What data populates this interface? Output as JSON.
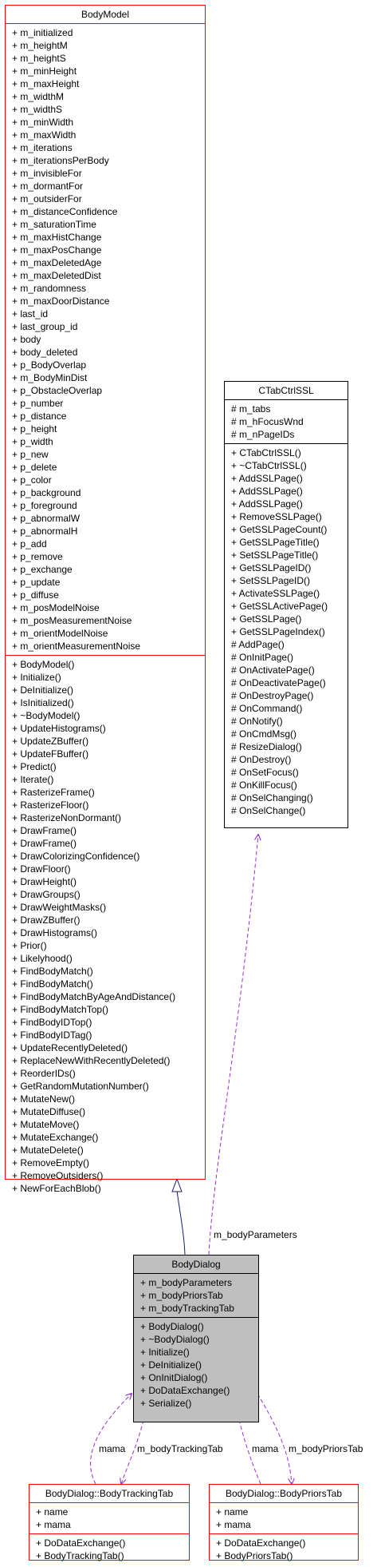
{
  "classes": {
    "body_model": {
      "name": "BodyModel",
      "attributes": [
        "+ m_initialized",
        "+ m_heightM",
        "+ m_heightS",
        "+ m_minHeight",
        "+ m_maxHeight",
        "+ m_widthM",
        "+ m_widthS",
        "+ m_minWidth",
        "+ m_maxWidth",
        "+ m_iterations",
        "+ m_iterationsPerBody",
        "+ m_invisibleFor",
        "+ m_dormantFor",
        "+ m_outsiderFor",
        "+ m_distanceConfidence",
        "+ m_saturationTime",
        "+ m_maxHistChange",
        "+ m_maxPosChange",
        "+ m_maxDeletedAge",
        "+ m_maxDeletedDist",
        "+ m_randomness",
        "+ m_maxDoorDistance",
        "+ last_id",
        "+ last_group_id",
        "+ body",
        "+ body_deleted",
        "+ p_BodyOverlap",
        "+ m_BodyMinDist",
        "+ p_ObstacleOverlap",
        "+ p_number",
        "+ p_distance",
        "+ p_height",
        "+ p_width",
        "+ p_new",
        "+ p_delete",
        "+ p_color",
        "+ p_background",
        "+ p_foreground",
        "+ p_abnormalW",
        "+ p_abnormalH",
        "+ p_add",
        "+ p_remove",
        "+ p_exchange",
        "+ p_update",
        "+ p_diffuse",
        "+ m_posModelNoise",
        "+ m_posMeasurementNoise",
        "+ m_orientModelNoise",
        "+ m_orientMeasurementNoise"
      ],
      "operations": [
        "+ BodyModel()",
        "+ Initialize()",
        "+ DeInitialize()",
        "+ IsInitialized()",
        "+ ~BodyModel()",
        "+ UpdateHistograms()",
        "+ UpdateZBuffer()",
        "+ UpdateFBuffer()",
        "+ Predict()",
        "+ Iterate()",
        "+ RasterizeFrame()",
        "+ RasterizeFloor()",
        "+ RasterizeNonDormant()",
        "+ DrawFrame()",
        "+ DrawFrame()",
        "+ DrawColorizingConfidence()",
        "+ DrawFloor()",
        "+ DrawHeight()",
        "+ DrawGroups()",
        "+ DrawWeightMasks()",
        "+ DrawZBuffer()",
        "+ DrawHistograms()",
        "+ Prior()",
        "+ Likelyhood()",
        "+ FindBodyMatch()",
        "+ FindBodyMatch()",
        "+ FindBodyMatchByAgeAndDistance()",
        "+ FindBodyMatchTop()",
        "+ FindBodyIDTop()",
        "+ FindBodyIDTag()",
        "+ UpdateRecentlyDeleted()",
        "+ ReplaceNewWithRecentlyDeleted()",
        "+ ReorderIDs()",
        "+ GetRandomMutationNumber()",
        "+ MutateNew()",
        "+ MutateDiffuse()",
        "+ MutateMove()",
        "+ MutateExchange()",
        "+ MutateDelete()",
        "+ RemoveEmpty()",
        "+ RemoveOutsiders()",
        "+ NewForEachBlob()"
      ]
    },
    "ctabctrlssl": {
      "name": "CTabCtrlSSL",
      "attributes": [
        "# m_tabs",
        "# m_hFocusWnd",
        "# m_nPageIDs"
      ],
      "operations": [
        "+ CTabCtrlSSL()",
        "+ ~CTabCtrlSSL()",
        "+ AddSSLPage()",
        "+ AddSSLPage()",
        "+ AddSSLPage()",
        "+ RemoveSSLPage()",
        "+ GetSSLPageCount()",
        "+ GetSSLPageTitle()",
        "+ SetSSLPageTitle()",
        "+ GetSSLPageID()",
        "+ SetSSLPageID()",
        "+ ActivateSSLPage()",
        "+ GetSSLActivePage()",
        "+ GetSSLPage()",
        "+ GetSSLPageIndex()",
        "# AddPage()",
        "# OnInitPage()",
        "# OnActivatePage()",
        "# OnDeactivatePage()",
        "# OnDestroyPage()",
        "# OnCommand()",
        "# OnNotify()",
        "# OnCmdMsg()",
        "# ResizeDialog()",
        "# OnDestroy()",
        "# OnSetFocus()",
        "# OnKillFocus()",
        "# OnSelChanging()",
        "# OnSelChange()"
      ]
    },
    "body_dialog": {
      "name": "BodyDialog",
      "attributes": [
        "+ m_bodyParameters",
        "+ m_bodyPriorsTab",
        "+ m_bodyTrackingTab"
      ],
      "operations": [
        "+ BodyDialog()",
        "+ ~BodyDialog()",
        "+ Initialize()",
        "+ DeInitialize()",
        "+ OnInitDialog()",
        "+ DoDataExchange()",
        "+ Serialize()"
      ]
    },
    "tracking_tab": {
      "name": "BodyDialog::BodyTrackingTab",
      "attributes": [
        "+ name",
        "+ mama"
      ],
      "operations": [
        "+ DoDataExchange()",
        "+ BodyTrackingTab()"
      ]
    },
    "priors_tab": {
      "name": "BodyDialog::BodyPriorsTab",
      "attributes": [
        "+ name",
        "+ mama"
      ],
      "operations": [
        "+ DoDataExchange()",
        "+ BodyPriorsTab()"
      ]
    }
  },
  "edge_labels": {
    "body_parameters": "m_bodyParameters",
    "tracking_mama": "mama",
    "tracking_tab": "m_bodyTrackingTab",
    "priors_mama": "mama",
    "priors_tab": "m_bodyPriorsTab"
  },
  "colors": {
    "class_border": "#ff0000",
    "selected_class_fill": "#bfbfbf",
    "inheritance_edge": "#191970",
    "usage_edge": "#9a32cd"
  }
}
